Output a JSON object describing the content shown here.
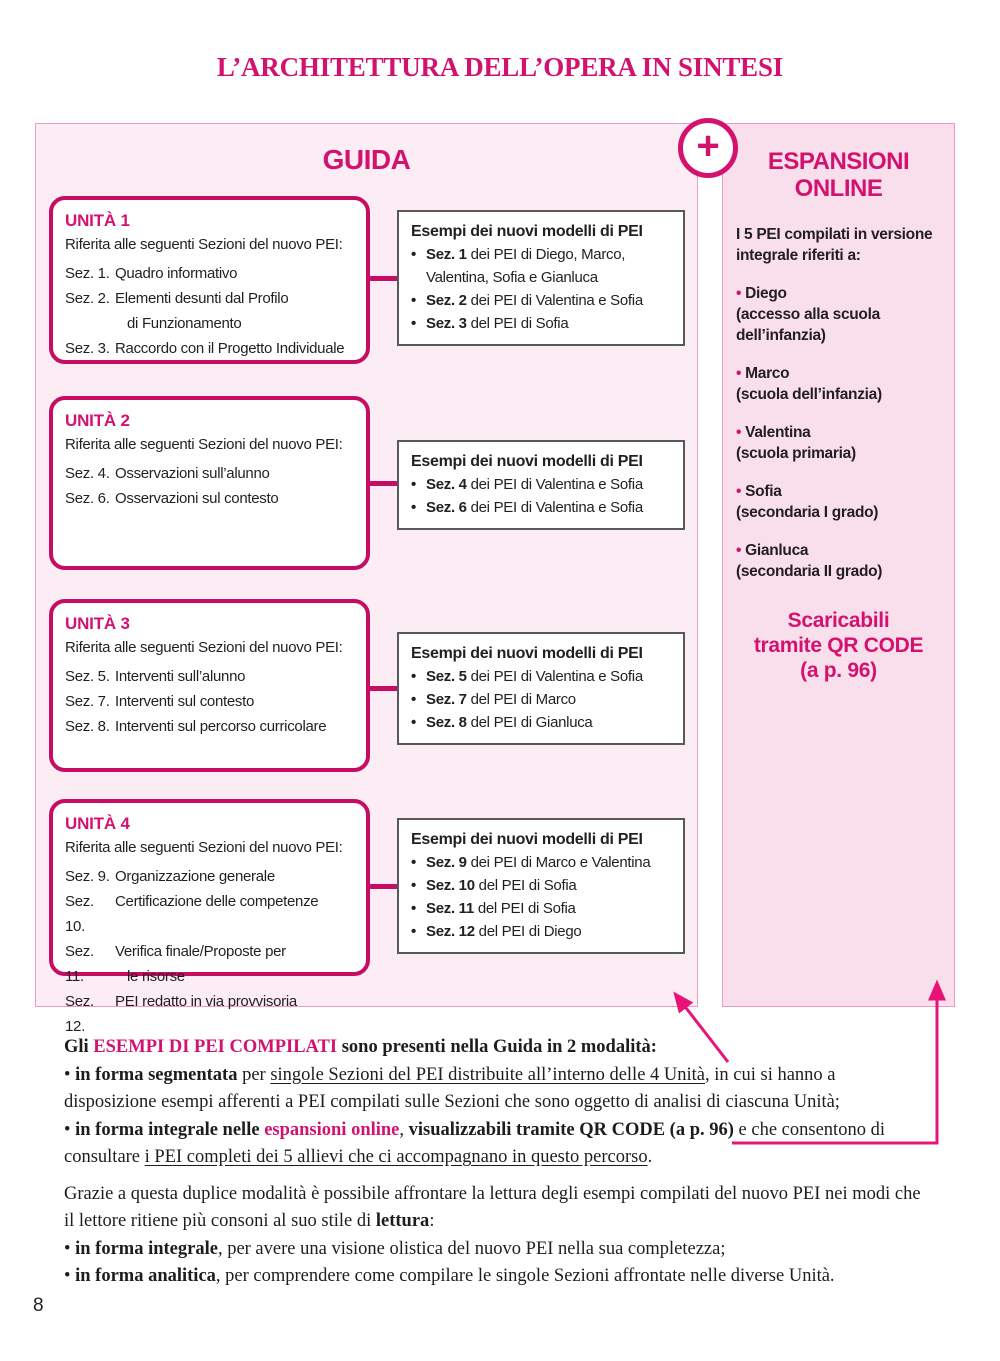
{
  "page": {
    "title": "L’ARCHITETTURA DELL’OPERA IN SINTESI",
    "number": "8"
  },
  "guida": {
    "heading": "GUIDA",
    "plus_symbol": "+",
    "bullet": "•",
    "units": [
      {
        "title": "UNITÀ 1",
        "subtitle": "Riferita alle seguenti Sezioni del nuovo PEI:",
        "sections": [
          {
            "label": "Sez. 1.",
            "text": "Quadro informativo"
          },
          {
            "label": "Sez. 2.",
            "text": "Elementi desunti dal Profilo",
            "text2": "di Funzionamento"
          },
          {
            "label": "Sez. 3.",
            "text": "Raccordo con il Progetto Individuale"
          }
        ],
        "esempi": {
          "heading": "Esempi dei nuovi modelli di PEI",
          "items": [
            {
              "bold": "Sez. 1",
              "rest": " dei PEI di Diego, Marco, Valentina, Sofia e Gianluca"
            },
            {
              "bold": "Sez. 2",
              "rest": " dei PEI di Valentina e Sofia"
            },
            {
              "bold": "Sez. 3",
              "rest": " del PEI di Sofia"
            }
          ]
        }
      },
      {
        "title": "UNITÀ 2",
        "subtitle": "Riferita alle seguenti Sezioni del nuovo PEI:",
        "sections": [
          {
            "label": "Sez. 4.",
            "text": "Osservazioni sull’alunno"
          },
          {
            "label": "Sez. 6.",
            "text": "Osservazioni sul contesto"
          }
        ],
        "esempi": {
          "heading": "Esempi dei nuovi modelli di PEI",
          "items": [
            {
              "bold": "Sez. 4",
              "rest": " dei PEI di Valentina e Sofia"
            },
            {
              "bold": "Sez. 6",
              "rest": " dei PEI di Valentina e Sofia"
            }
          ]
        }
      },
      {
        "title": "UNITÀ 3",
        "subtitle": "Riferita alle seguenti Sezioni del nuovo PEI:",
        "sections": [
          {
            "label": "Sez. 5.",
            "text": "Interventi sull’alunno"
          },
          {
            "label": "Sez. 7.",
            "text": "Interventi sul contesto"
          },
          {
            "label": "Sez. 8.",
            "text": "Interventi sul percorso curricolare"
          }
        ],
        "esempi": {
          "heading": "Esempi dei nuovi modelli di PEI",
          "items": [
            {
              "bold": "Sez. 5",
              "rest": " dei PEI di Valentina e Sofia"
            },
            {
              "bold": "Sez. 7",
              "rest": " del PEI di Marco"
            },
            {
              "bold": "Sez. 8",
              "rest": " del PEI di Gianluca"
            }
          ]
        }
      },
      {
        "title": "UNITÀ 4",
        "subtitle": "Riferita alle seguenti Sezioni del nuovo PEI:",
        "sections": [
          {
            "label": "Sez. 9.",
            "text": "Organizzazione generale"
          },
          {
            "label": "Sez. 10.",
            "text": "Certificazione delle competenze"
          },
          {
            "label": "Sez. 11.",
            "text": "Verifica finale/Proposte per",
            "text2": "le risorse"
          },
          {
            "label": "Sez. 12.",
            "text": "PEI redatto in via provvisoria"
          }
        ],
        "esempi": {
          "heading": "Esempi dei nuovi modelli di PEI",
          "items": [
            {
              "bold": "Sez. 9",
              "rest": " dei PEI di Marco e Valentina"
            },
            {
              "bold": "Sez. 10",
              "rest": " del PEI di Sofia"
            },
            {
              "bold": "Sez. 11",
              "rest": " del PEI di Sofia"
            },
            {
              "bold": "Sez. 12",
              "rest": " del PEI di Diego"
            }
          ]
        }
      }
    ]
  },
  "espansioni": {
    "heading_line1": "ESPANSIONI",
    "heading_line2": "ONLINE",
    "intro": "I 5 PEI compilati in versione integrale riferiti a:",
    "bullet": "•",
    "students": [
      {
        "name": "Diego",
        "detail": "(accesso alla scuola dell’infanzia)"
      },
      {
        "name": "Marco",
        "detail": "(scuola dell’infanzia)"
      },
      {
        "name": "Valentina",
        "detail": "(scuola primaria)"
      },
      {
        "name": "Sofia",
        "detail": "(secondaria I grado)"
      },
      {
        "name": "Gianluca",
        "detail": "(secondaria II grado)"
      }
    ],
    "download": {
      "line1": "Scaricabili",
      "line2": "tramite QR CODE",
      "line3": "(a p. 96)"
    }
  },
  "footer": {
    "bullet": "• ",
    "p1": {
      "intro_b": "Gli ",
      "intro_hl": "ESEMPI DI PEI COMPILATI",
      "intro_rest": " sono presenti nella Guida in 2 modalità:",
      "b1_bold": "in forma segmentata",
      "b1_t1": " per ",
      "b1_u": "singole Sezioni del PEI distribuite all’interno delle 4 Unità",
      "b1_t2": ", in cui si hanno a disposizione esempi afferenti a PEI compilati sulle Sezioni che sono oggetto di analisi di ciascuna Unità;",
      "b2_bold1": "in forma integrale nelle ",
      "b2_hl": "espansioni online",
      "b2_t1": ", ",
      "b2_bold2": "visualizzabili tramite QR CODE (a p. 96)",
      "b2_t2": " e che consentono di consultare ",
      "b2_u": "i PEI completi dei 5 allievi che ci accompagnano in questo percorso",
      "b2_t3": "."
    },
    "p2": {
      "intro_t1": "Grazie a questa duplice modalità è possibile affrontare la lettura degli esempi compilati del nuovo PEI nei modi che il lettore ritiene più consoni al suo stile di ",
      "intro_b": "lettura",
      "intro_t2": ":",
      "b1_bold": "in forma integrale",
      "b1_rest": ", per avere una visione olistica del nuovo PEI nella sua completezza;",
      "b2_bold": "in forma analitica",
      "b2_rest": ", per comprendere come compilare le singole Sezioni affrontate nelle diverse Unità."
    }
  }
}
